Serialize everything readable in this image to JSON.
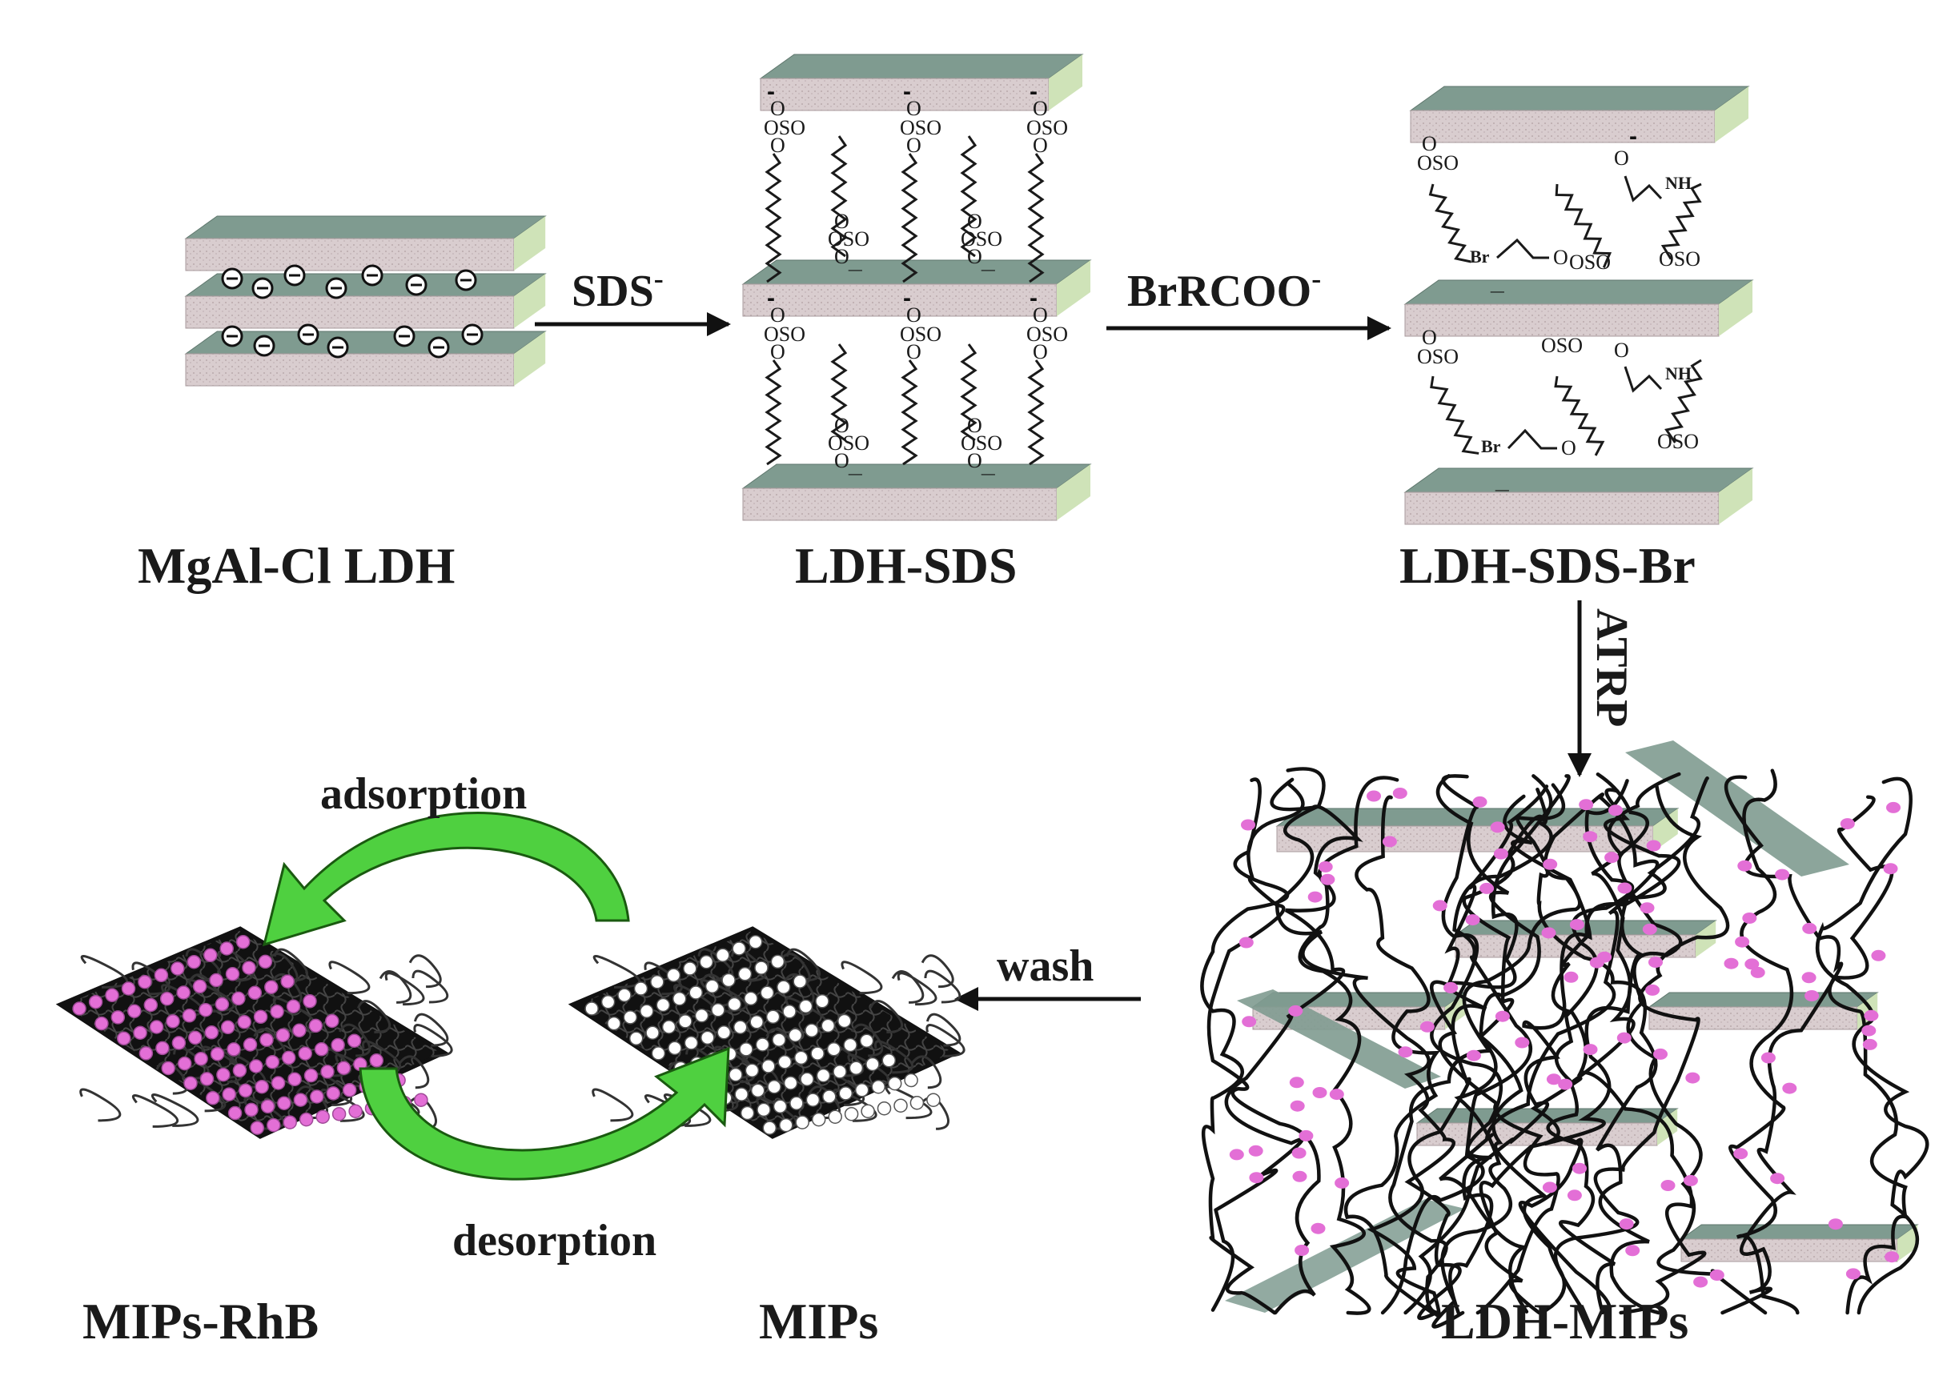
{
  "labels": {
    "mgal": "MgAl-Cl LDH",
    "ldh_sds": "LDH-SDS",
    "ldh_sds_br": "LDH-SDS-Br",
    "ldh_mips": "LDH-MIPs",
    "mips": "MIPs",
    "mips_rhb": "MIPs-RhB"
  },
  "arrows": {
    "sds": "SDS",
    "sds_sup": "-",
    "brrcoo": "BrRCOO",
    "brrcoo_sup": "-",
    "atrp": "ATRP",
    "wash": "wash",
    "adsorption": "adsorption",
    "desorption": "desorption"
  },
  "chem": {
    "oso": "OSO",
    "o": "O",
    "br": "Br",
    "nh": "NH",
    "minus": "⊖"
  },
  "colors": {
    "layer_top": "#7f9b90",
    "layer_side": "#d9cdcf",
    "layer_edge": "#cfe3b8",
    "green_arrow": "#4fd040",
    "rhb_dot": "#e36fd6",
    "ink": "#111111"
  }
}
